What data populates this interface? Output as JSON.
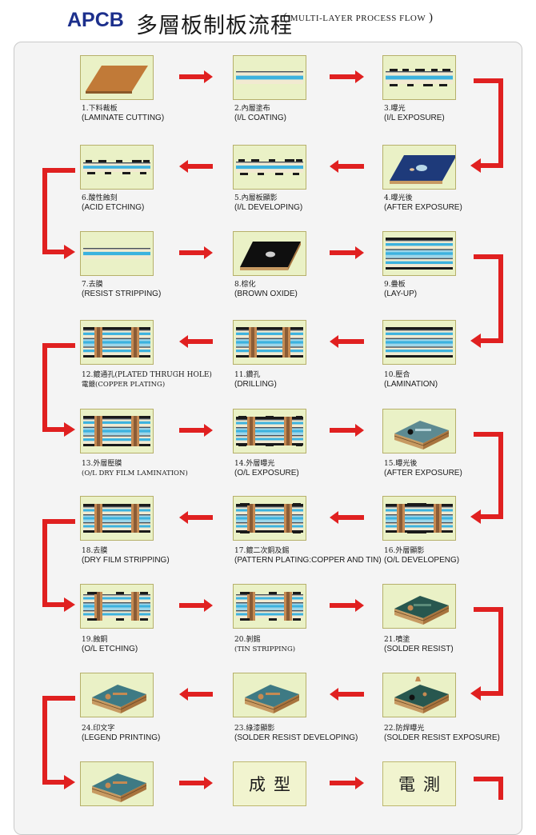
{
  "header": {
    "logo": "APCB",
    "title_zh": "多層板制板流程",
    "title_en_open": "( ",
    "title_en": "MULTI-LAYER PROCESS FLOW",
    "title_en_close": " )"
  },
  "steps": [
    {
      "num": "1.下料裁板",
      "en": "(LAMINATE CUTTING)",
      "icon": "laminate-sheet"
    },
    {
      "num": "2.內層塗布",
      "en": "(I/L COATING)",
      "icon": "coated-core"
    },
    {
      "num": "3.曝光",
      "en": "(I/L EXPOSURE)",
      "icon": "exposure"
    },
    {
      "num": "4.曝光後",
      "en": "(AFTER EXPOSURE)",
      "icon": "exposed-panel"
    },
    {
      "num": "5.內層板顯影",
      "en": "(I/L DEVELOPING)",
      "icon": "developed-core"
    },
    {
      "num": "6.酸性蝕刻",
      "en": "(ACID ETCHING)",
      "icon": "etched-core"
    },
    {
      "num": "7.去膜",
      "en": "(RESIST STRIPPING)",
      "icon": "stripped-core"
    },
    {
      "num": "8.棕化",
      "en": "(BROWN OXIDE)",
      "icon": "brown-oxide-panel"
    },
    {
      "num": "9.疊板",
      "en": "(LAY-UP)",
      "icon": "layup-stack"
    },
    {
      "num": "10.壓合",
      "en": "(LAMINATION)",
      "icon": "laminated-stack"
    },
    {
      "num": "11.鑽孔",
      "en": "(DRILLING)",
      "icon": "drilled-stack"
    },
    {
      "num": "12.鍍通孔(PLATED THRUGH HOLE)",
      "en": "電鍍(COPPER PLATING)",
      "icon": "plated-stack"
    },
    {
      "num": "13.外層壓膜",
      "en": "(O/L DRY FILM LAMINATION)",
      "icon": "dry-film-stack"
    },
    {
      "num": "14.外層曝光",
      "en": "(O/L EXPOSURE)",
      "icon": "outer-exposure-stack"
    },
    {
      "num": "15.曝光後",
      "en": "(AFTER EXPOSURE)",
      "icon": "exposed-3d-board"
    },
    {
      "num": "16.外層顯影",
      "en": "(O/L DEVELOPENG)",
      "icon": "outer-developed-stack"
    },
    {
      "num": "17.鍍二次銅及錫",
      "en": "(PATTERN PLATING:COPPER AND TIN)",
      "icon": "pattern-plated-stack"
    },
    {
      "num": "18.去膜",
      "en": "(DRY FILM STRIPPING)",
      "icon": "film-stripped-stack"
    },
    {
      "num": "19.蝕銅",
      "en": "(O/L ETCHING)",
      "icon": "outer-etched-stack"
    },
    {
      "num": "20.剝錫",
      "en": "(TIN STRIPPING)",
      "icon": "tin-stripped-stack"
    },
    {
      "num": "21.噴塗",
      "en": "(SOLDER RESIST)",
      "icon": "solder-resist-board"
    },
    {
      "num": "22.防焊曝光",
      "en": "(SOLDER RESIST EXPOSURE)",
      "icon": "solder-exposure-board"
    },
    {
      "num": "23.綠漆顯影",
      "en": "(SOLDER RESIST DEVELOPING)",
      "icon": "solder-developed-board"
    },
    {
      "num": "24.印文字",
      "en": "(LEGEND PRINTING)",
      "icon": "legend-printed-board"
    },
    {
      "num": "",
      "en": "",
      "icon": "finished-board"
    },
    {
      "num": "",
      "en": "",
      "text": "成型",
      "icon": "profiling-box"
    },
    {
      "num": "",
      "en": "",
      "text": "電測",
      "icon": "electrical-test-box"
    }
  ],
  "colors": {
    "arrow": "#e02020",
    "title": "#1c2f8c",
    "thumb_bg": "#eaf1c6",
    "copper": "#c58a52",
    "board": "#2b5d68"
  }
}
